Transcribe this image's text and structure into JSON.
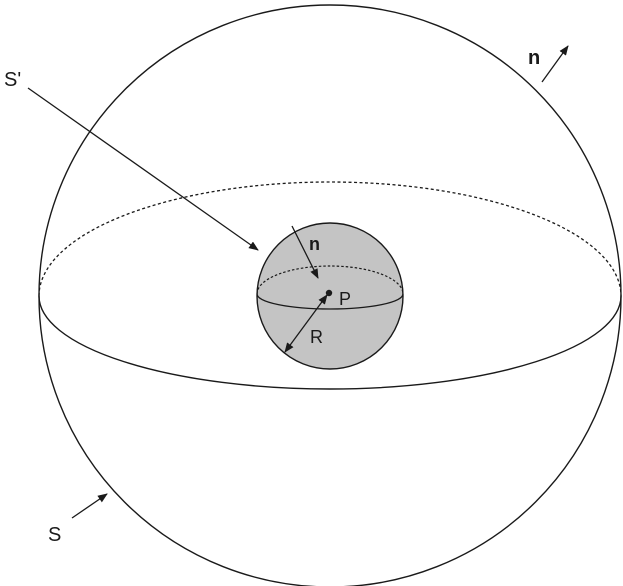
{
  "labels": {
    "outer_surface": "S",
    "inner_surface": "S'",
    "outer_normal": "n",
    "inner_normal": "n",
    "point": "P",
    "radius": "R"
  },
  "colors": {
    "stroke": "#1a1a1a",
    "inner_sphere_fill": "#c4c4c4",
    "background": "#ffffff"
  }
}
